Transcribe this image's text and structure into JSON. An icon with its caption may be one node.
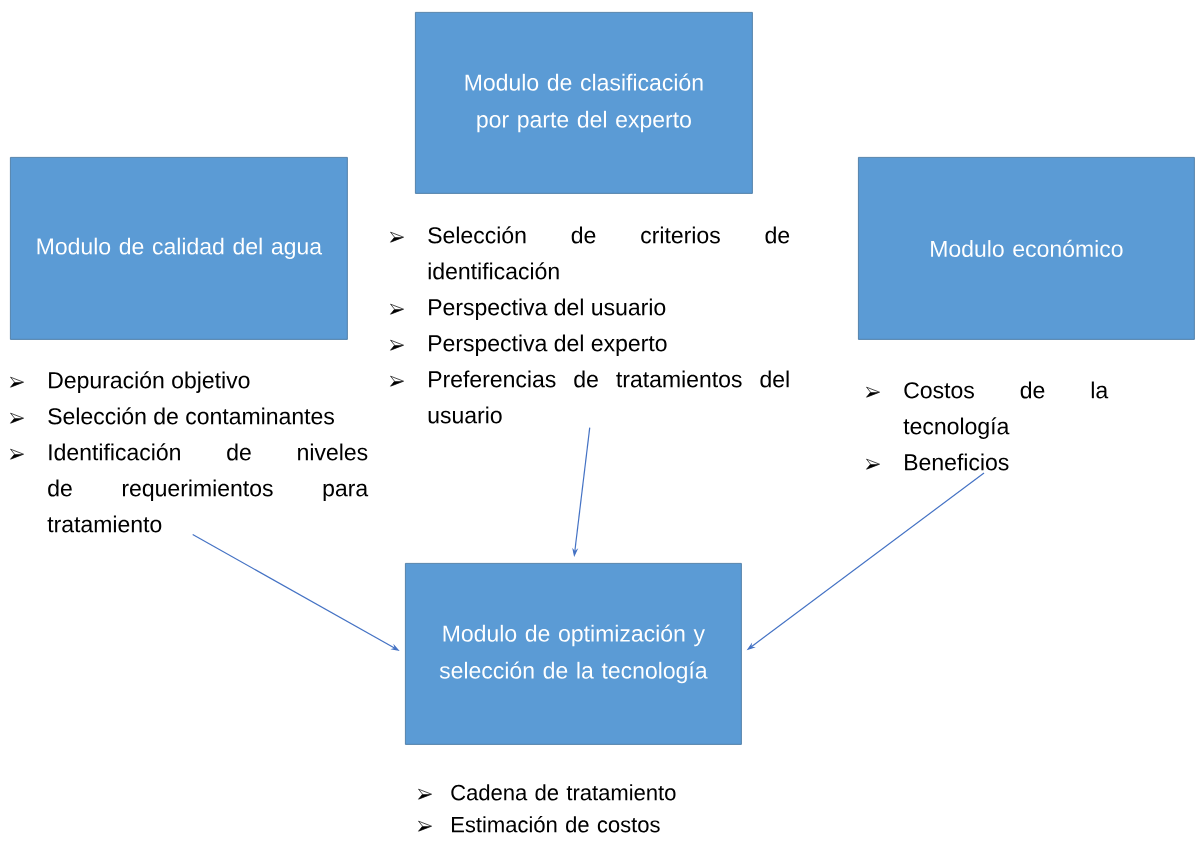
{
  "diagram": {
    "nodes": [
      {
        "text": [
          "Modulo de calidad del agua"
        ]
      },
      {
        "text": [
          "Depuración objetivo",
          "Selección de contaminantes",
          "Identificación de niveles de requerimientos para tratamiento"
        ]
      },
      {
        "text": [
          "Modulo de clasificación por parte del experto"
        ]
      },
      {
        "text": [
          "Selección de criterios de identificación",
          "Perspectiva del usuario",
          "Perspectiva del experto",
          "Preferencias de tratamientos del usuario"
        ]
      },
      {
        "text": [
          "Modulo económico"
        ]
      },
      {
        "text": [
          "Costos de la tecnología",
          "Beneficios"
        ]
      },
      {
        "text": [
          "Modulo de optimización y selección de la tecnología"
        ],
        "beside": [
          "Cadena de tratamiento",
          "Estimación de costos"
        ]
      }
    ],
    "edges": [
      {
        "from": 1,
        "to": 6,
        "arrow": "to"
      },
      {
        "from": 3,
        "to": 6,
        "arrow": "to"
      },
      {
        "from": 5,
        "to": 6,
        "arrow": "to"
      }
    ]
  }
}
